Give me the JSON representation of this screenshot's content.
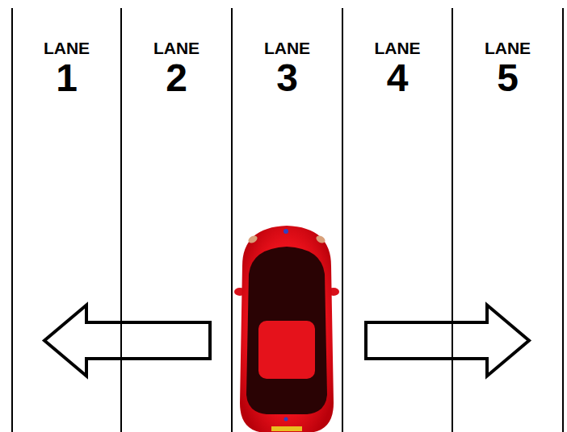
{
  "diagram": {
    "nodes": [
      {
        "text": [
          "LANE",
          "1"
        ]
      },
      {
        "text": [
          "LANE",
          "2"
        ]
      },
      {
        "text": [
          "LANE",
          "3"
        ]
      },
      {
        "text": [
          "LANE",
          "4"
        ]
      },
      {
        "text": [
          "LANE",
          "5"
        ]
      }
    ],
    "edges": [
      {
        "from": 2,
        "to": 0,
        "arrow": "to"
      },
      {
        "from": 2,
        "to": 4,
        "arrow": "to"
      }
    ]
  }
}
